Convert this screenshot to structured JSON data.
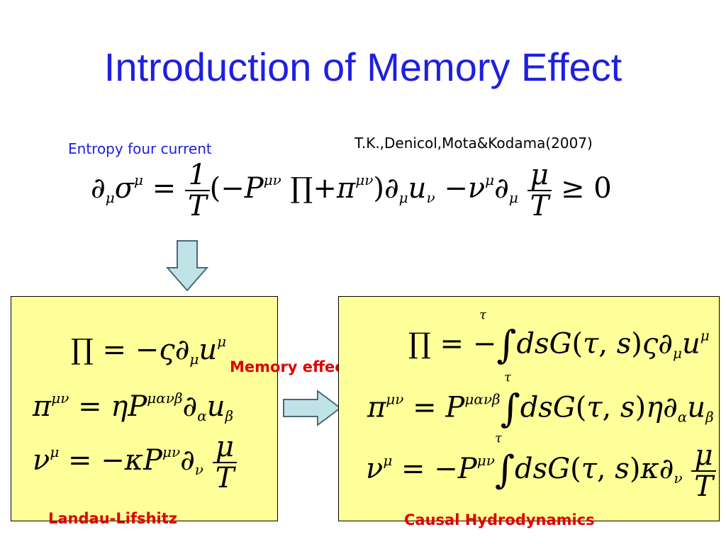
{
  "title": "Introduction of Memory Effect",
  "citation": "T.K.,Denicol,Mota&Kodama(2007)",
  "entropy_label": "Entropy four current",
  "memory_label": "Memory effect",
  "left_box_label": "Landau-Lifshitz",
  "right_box_label": "Causal Hydrodynamics",
  "colors": {
    "title": "#1f1fe0",
    "label_red": "#e00000",
    "box_fill": "#ffff99",
    "arrow_fill": "#bfe3e6"
  },
  "equations": {
    "main": "∂_μ σ^μ = (1/T)(−P^{μν} Π + π^{μν}) ∂_μ u_ν − ν^μ ∂_μ (μ/T) ≥ 0",
    "landau_1": "Π = −ς ∂_μ u^μ",
    "landau_2": "π^{μν} = η P^{μανβ} ∂_α u_β",
    "landau_3": "ν^μ = −κ P^{μν} ∂_ν (μ/T)",
    "causal_1": "Π = −∫^τ ds G(τ,s) ς ∂_μ u^μ",
    "causal_2": "π^{μν} = P^{μανβ} ∫^τ ds G(τ,s) η ∂_α u_β",
    "causal_3": "ν^μ = −P^{μν} ∫^τ ds G(τ,s) κ ∂_ν (μ/T)"
  }
}
